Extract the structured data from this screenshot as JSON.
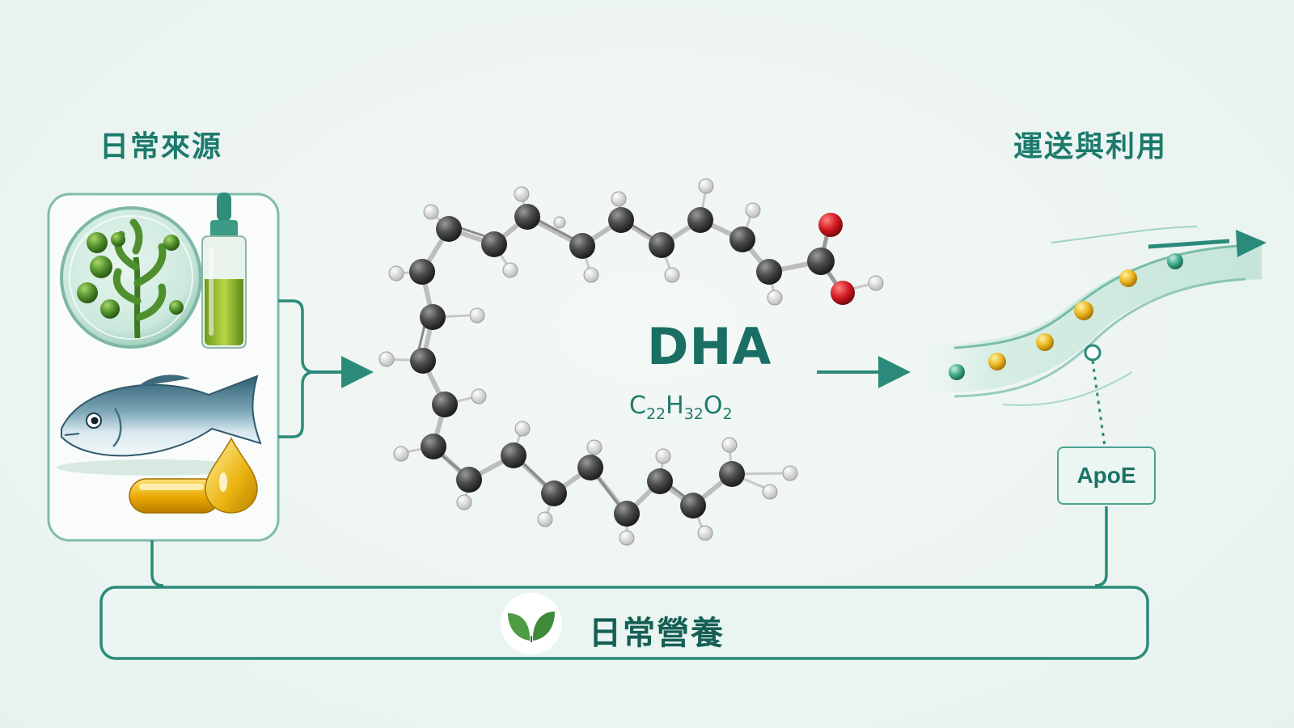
{
  "sources": {
    "heading": "日常來源"
  },
  "transport": {
    "heading": "運送與利用"
  },
  "molecule": {
    "name": "DHA",
    "formula": {
      "c": "C",
      "c_n": "22",
      "h": "H",
      "h_n": "32",
      "o": "O",
      "o_n": "2"
    }
  },
  "apoe": {
    "label": "ApoE"
  },
  "footer": {
    "label": "日常營養",
    "icon": "leaf-icon"
  },
  "colors": {
    "accent": "#1c7a6c",
    "line": "#2e8f7e",
    "box_border": "#6fb5a6"
  }
}
